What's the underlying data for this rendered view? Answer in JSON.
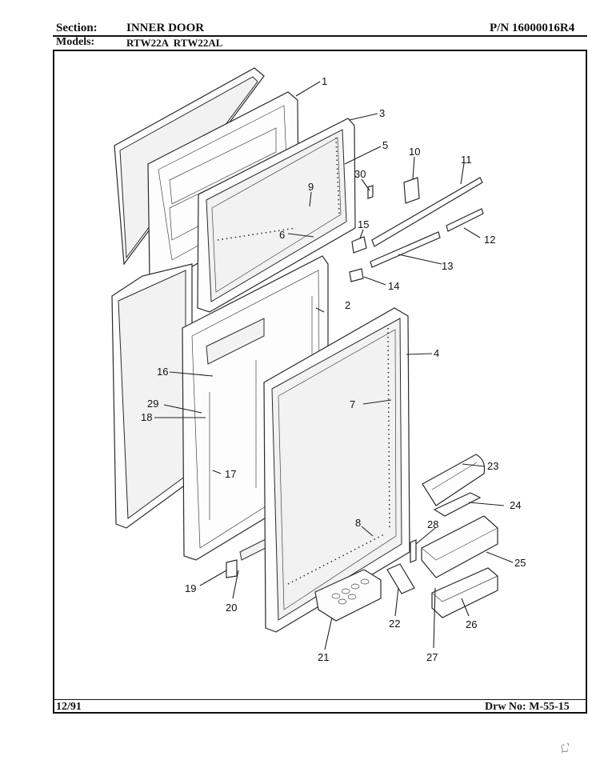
{
  "header": {
    "section_label": "Section:",
    "section_value": "INNER DOOR",
    "part_number": "P/N 16000016R4",
    "models_label": "Models:",
    "models_value": "RTW22A  RTW22AL"
  },
  "footer": {
    "date": "12/91",
    "drawing_number": "Drw No: M-55-15"
  },
  "callouts": [
    "1",
    "2",
    "3",
    "4",
    "5",
    "6",
    "7",
    "8",
    "9",
    "10",
    "11",
    "12",
    "13",
    "14",
    "15",
    "16",
    "17",
    "18",
    "19",
    "20",
    "21",
    "22",
    "23",
    "24",
    "25",
    "26",
    "27",
    "28",
    "29",
    "30"
  ],
  "corner_mark_icon": "scribble-mark-icon"
}
